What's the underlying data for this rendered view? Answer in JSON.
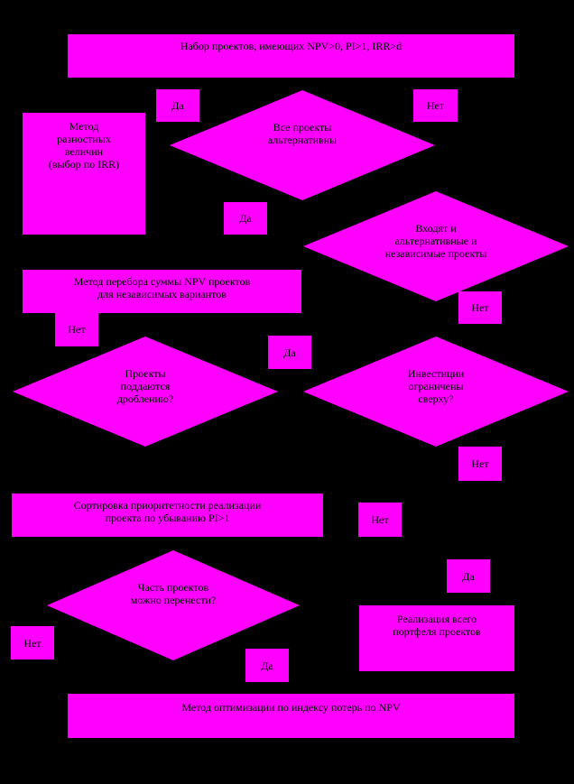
{
  "colors": {
    "background": "#000000",
    "shape_fill": "#ff00ff",
    "text": "#000000"
  },
  "boxes": {
    "top_title": "Набор проектов, имеющих NPV>0, PI>1, IRR>d",
    "method_differences": "Метод\nразностных\nвеличин\n(выбор по IRR)",
    "method_enumeration": "Метод перебора суммы NPV проектов\nдля независимых вариантов",
    "sort_priority": "Сортировка приоритетности реализации\nпроекта по убыванию PI>1",
    "realize_portfolio": "Реализация всего\nпортфеля проектов",
    "method_optimization": "Метод оптимизации по индексу потерь по NPV"
  },
  "diamonds": {
    "all_alternative": "Все проекты\nальтернативны",
    "both_types": "Входят и\nальтернативные и\nнезависимые проекты",
    "divisible": "Проекты\nподдаются\nдроблению?",
    "investments_limited": "Инвестиции\nограничены\nсверху?",
    "postponable": "Часть проектов\nможно перенести?"
  },
  "tags": {
    "da_1": "Да",
    "net_1": "Нет",
    "da_2": "Да",
    "net_2": "Нет",
    "net_3": "Нет",
    "da_3": "Да",
    "net_4": "Нет",
    "net_5": "Нет",
    "da_4": "Да",
    "net_6": "Нет",
    "da_5": "Да"
  }
}
